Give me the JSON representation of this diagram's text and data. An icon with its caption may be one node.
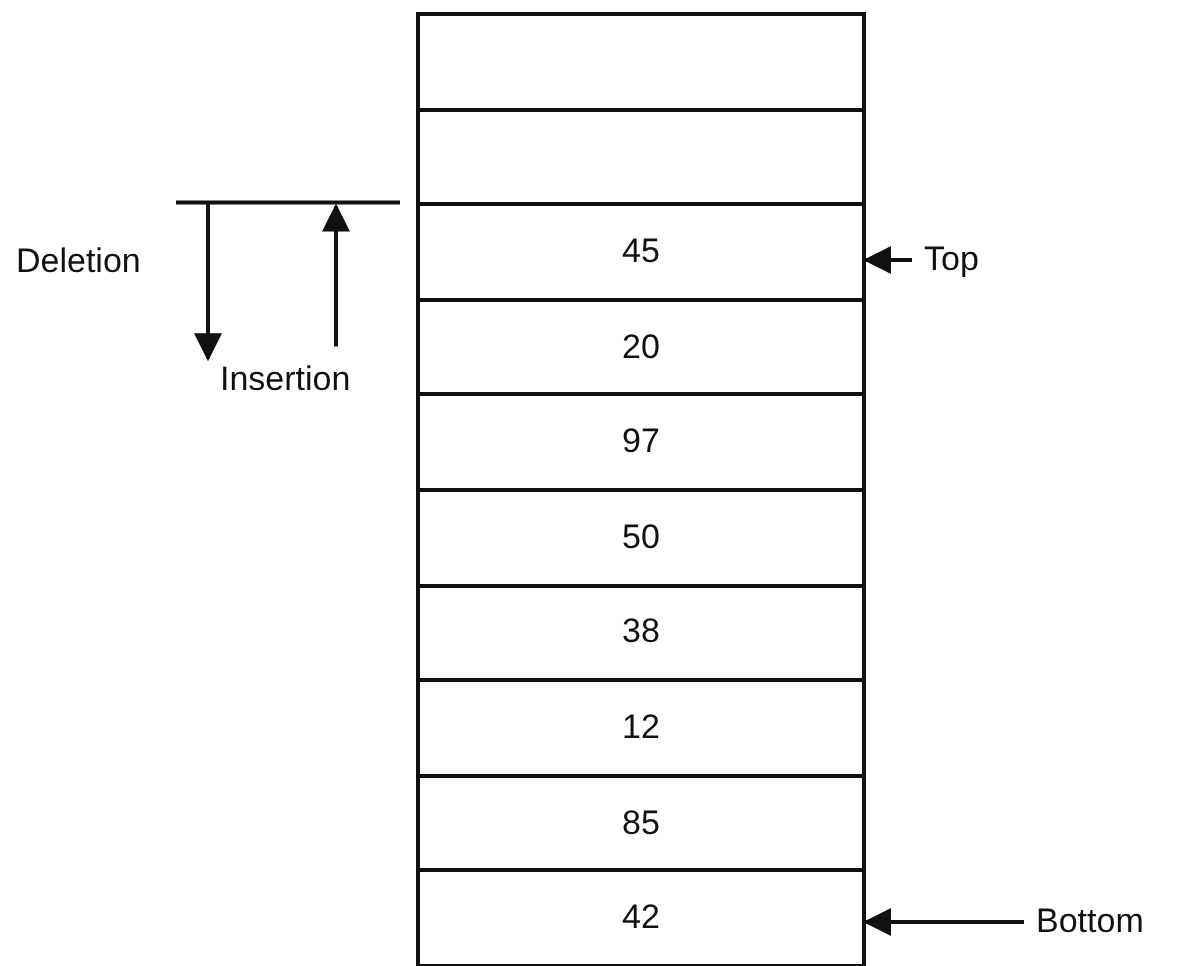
{
  "diagram": {
    "nodes": [
      {
        "text": [],
        "shape": "box"
      },
      {
        "text": [],
        "shape": "box"
      },
      {
        "text": [
          "45"
        ]
      },
      {
        "text": [
          "20"
        ]
      },
      {
        "text": [
          "97"
        ]
      },
      {
        "text": [
          "50"
        ]
      },
      {
        "text": [
          "38"
        ]
      },
      {
        "text": [
          "12"
        ]
      },
      {
        "text": [
          "85"
        ]
      },
      {
        "text": [
          "42"
        ]
      },
      {
        "text": [
          "Top"
        ]
      },
      {
        "text": [
          "Bottom"
        ]
      }
    ],
    "edges": [
      {
        "from": 10,
        "to": 2,
        "arrow": "to"
      },
      {
        "from": 11,
        "to": 9,
        "arrow": "to"
      }
    ],
    "labels": [
      "Deletion",
      "Insertion"
    ]
  }
}
